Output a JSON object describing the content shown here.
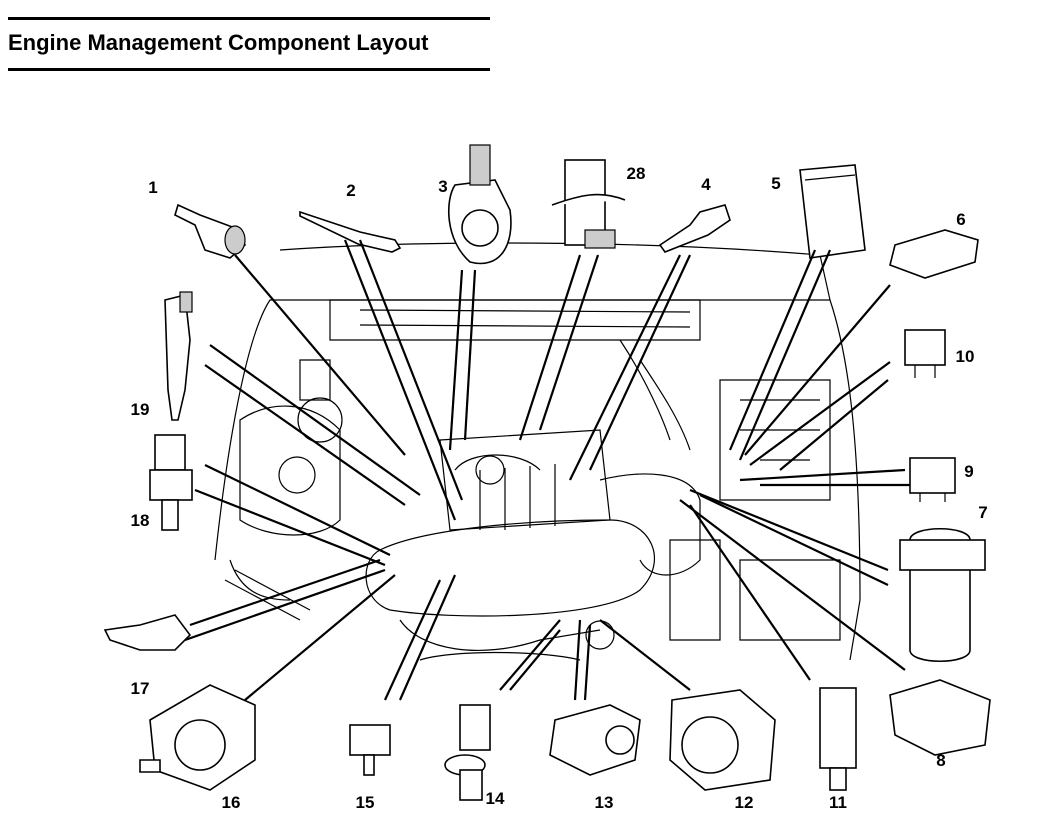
{
  "title": "Engine Management Component Layout",
  "callouts": [
    "1",
    "2",
    "3",
    "28",
    "4",
    "5",
    "6",
    "10",
    "9",
    "7",
    "8",
    "11",
    "12",
    "13",
    "14",
    "15",
    "16",
    "17",
    "18",
    "19"
  ]
}
